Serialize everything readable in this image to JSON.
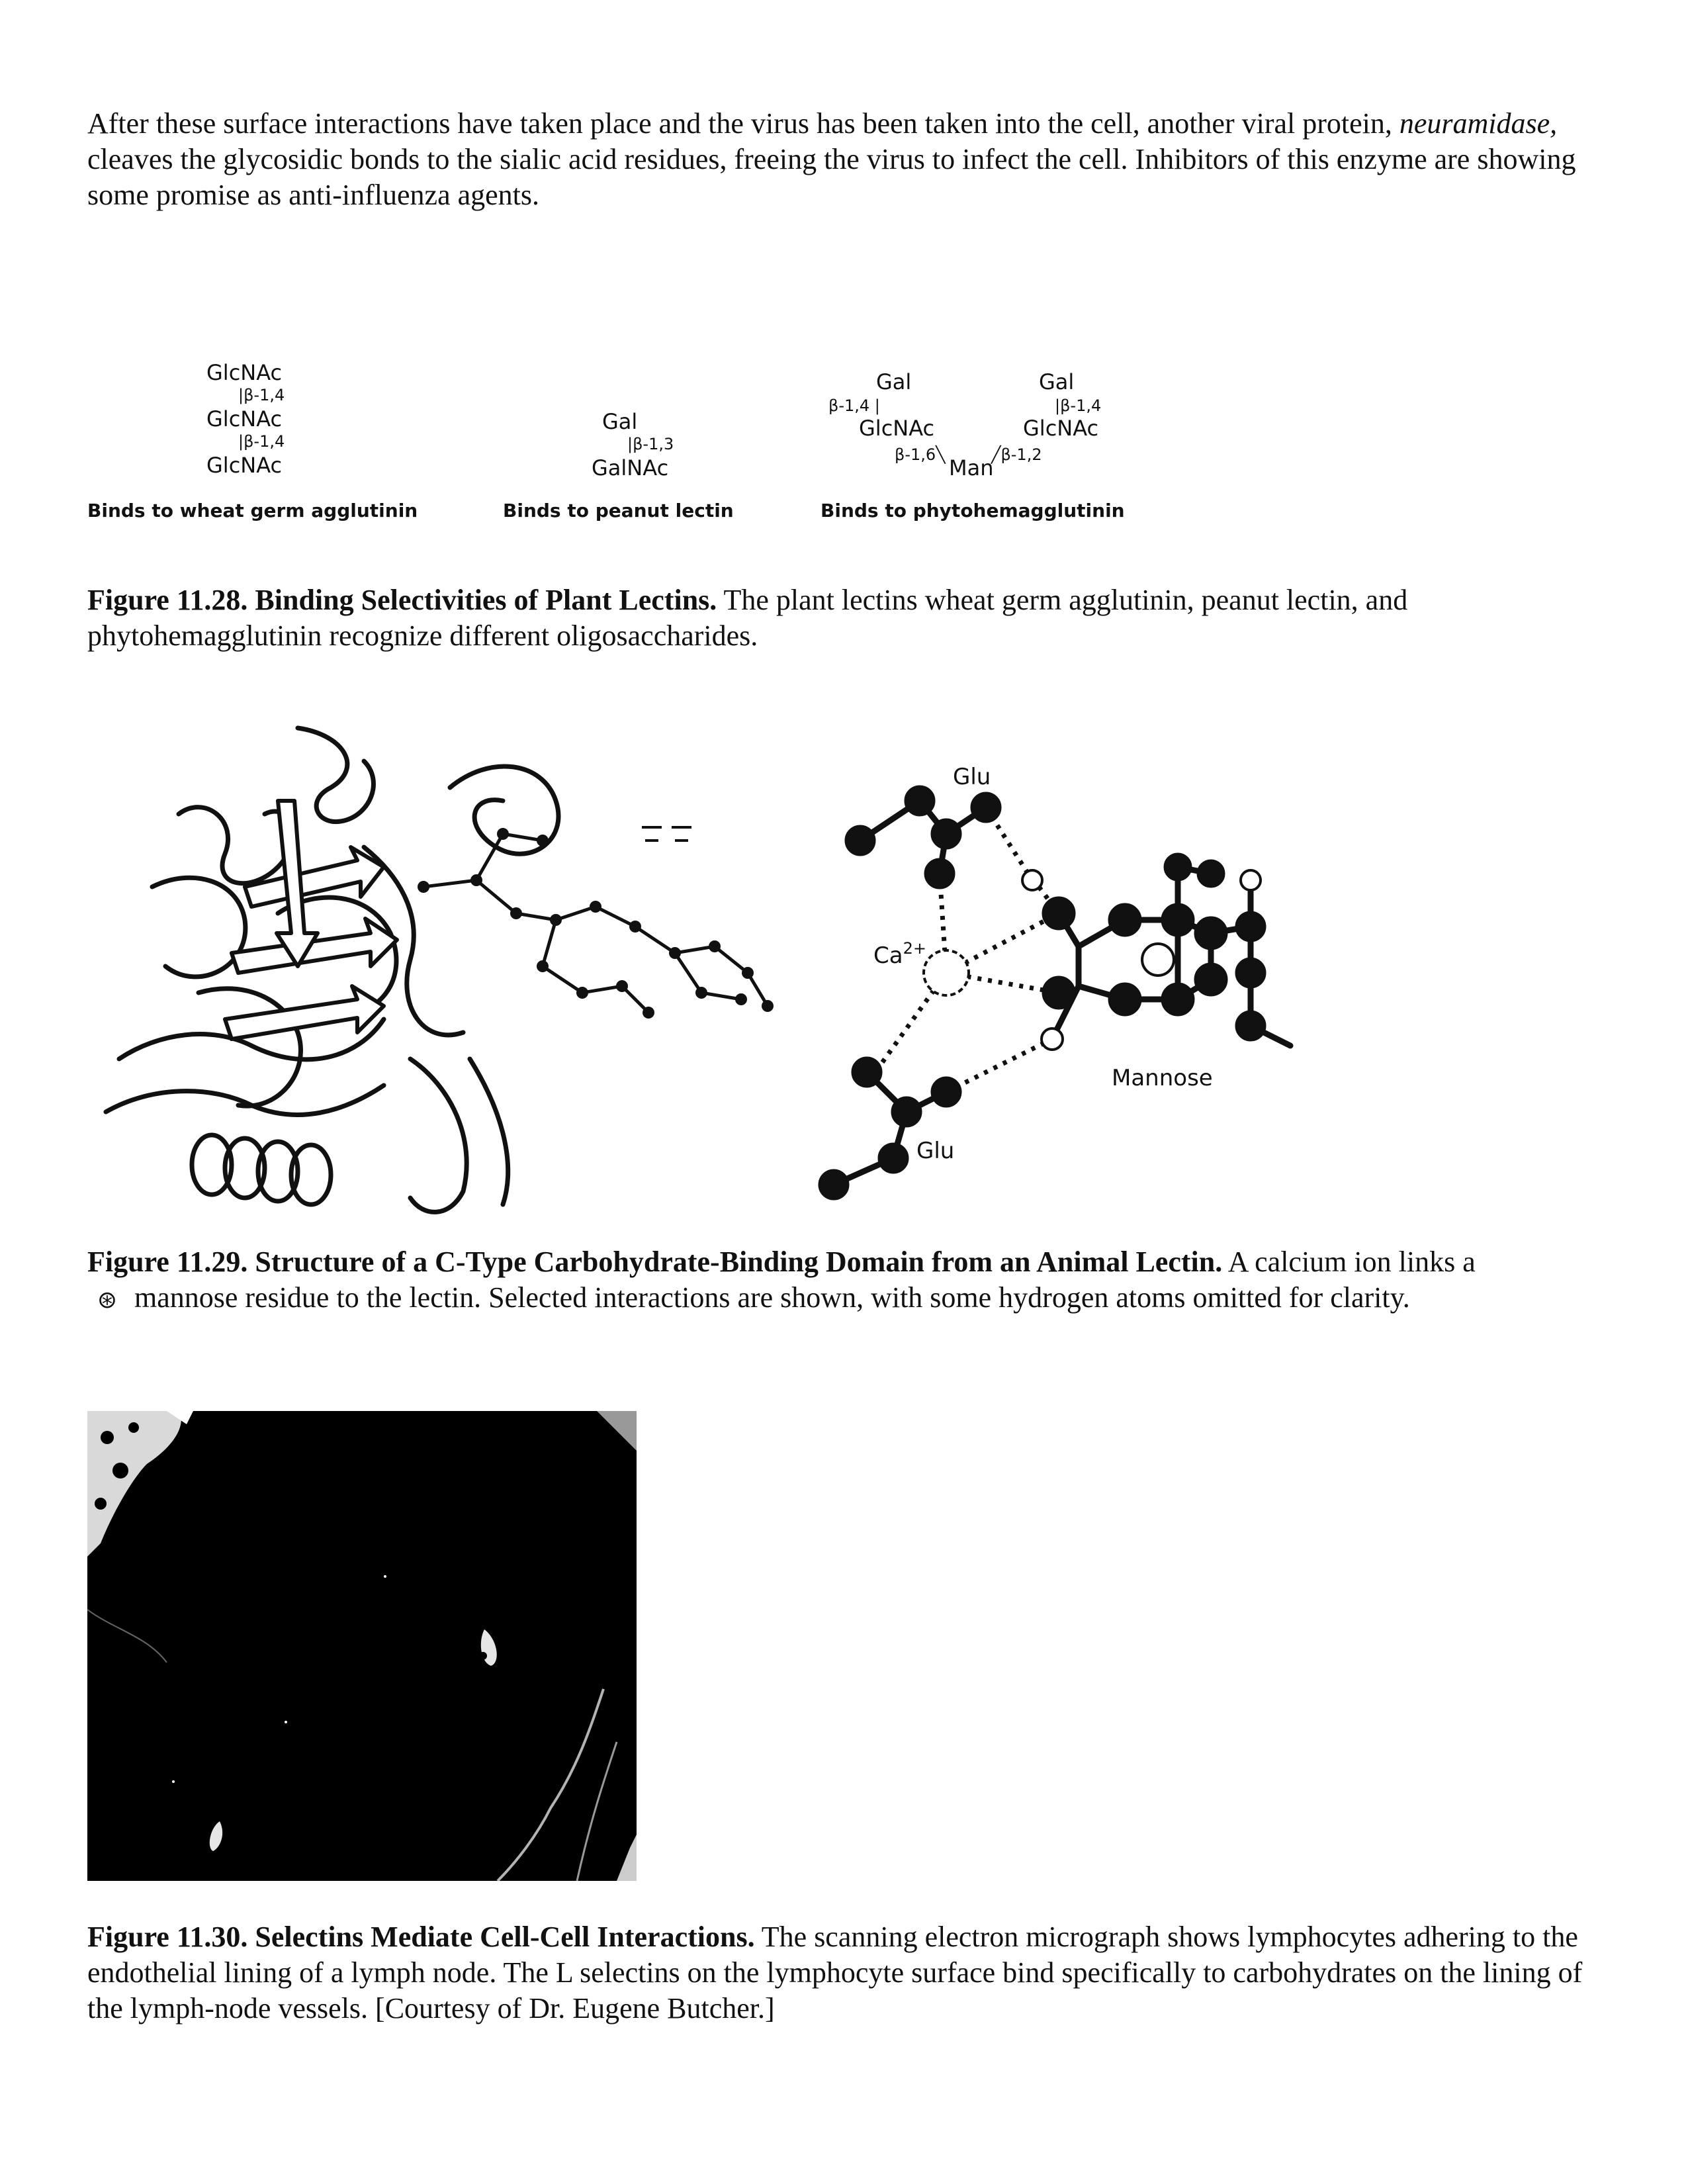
{
  "intro": {
    "before_em": "After these surface interactions have taken place and the virus has been taken into the cell, another viral protein,",
    "em": "neuramidase,",
    "after_em": "cleaves the glycosidic bonds to the sialic acid residues, freeing the virus to infect the cell. Inhibitors of this enzyme are showing some promise as anti-influenza agents."
  },
  "fig1128": {
    "wga": {
      "sugar1": "GlcNAc",
      "link1": "β-1,4",
      "sugar2": "GlcNAc",
      "link2": "β-1,4",
      "sugar3": "GlcNAc",
      "caption": "Binds to wheat germ agglutinin"
    },
    "pna": {
      "sugar1": "Gal",
      "link1": "β-1,3",
      "sugar2": "GalNAc",
      "caption": "Binds to peanut lectin"
    },
    "pha": {
      "gal_left": "Gal",
      "gal_right": "Gal",
      "link_left": "β-1,4",
      "link_right": "β-1,4",
      "glcnac_left": "GlcNAc",
      "glcnac_right": "GlcNAc",
      "link_man_left": "β-1,6",
      "man": "Man",
      "link_man_right": "β-1,2",
      "caption": "Binds to phytohemagglutinin"
    },
    "caption_bold": "Figure 11.28. Binding Selectivities of Plant Lectins.",
    "caption_text": "The plant lectins wheat germ agglutinin, peanut lectin, and phytohemagglutinin recognize different oligosaccharides."
  },
  "fig1129": {
    "labels": {
      "glu_top": "Glu",
      "ca": "Ca",
      "ca_sup": "2+",
      "mannose": "Mannose",
      "glu_bottom": "Glu"
    },
    "caption_bold": "Figure 11.29. Structure of a C-Type Carbohydrate-Binding Domain from an Animal Lectin.",
    "caption_text_1": "A calcium ion links a",
    "caption_text_2": "mannose residue to the lectin. Selected interactions are shown, with some hydrogen atoms omitted for clarity."
  },
  "fig1130": {
    "caption_bold": "Figure 11.30. Selectins Mediate Cell-Cell Interactions.",
    "caption_text": "The scanning electron micrograph shows lymphocytes adhering to the endothelial lining of a lymph node. The L selectins on the lymphocyte surface bind specifically to carbohydrates on the lining of the lymph-node vessels. [Courtesy of Dr. Eugene Butcher.]"
  }
}
